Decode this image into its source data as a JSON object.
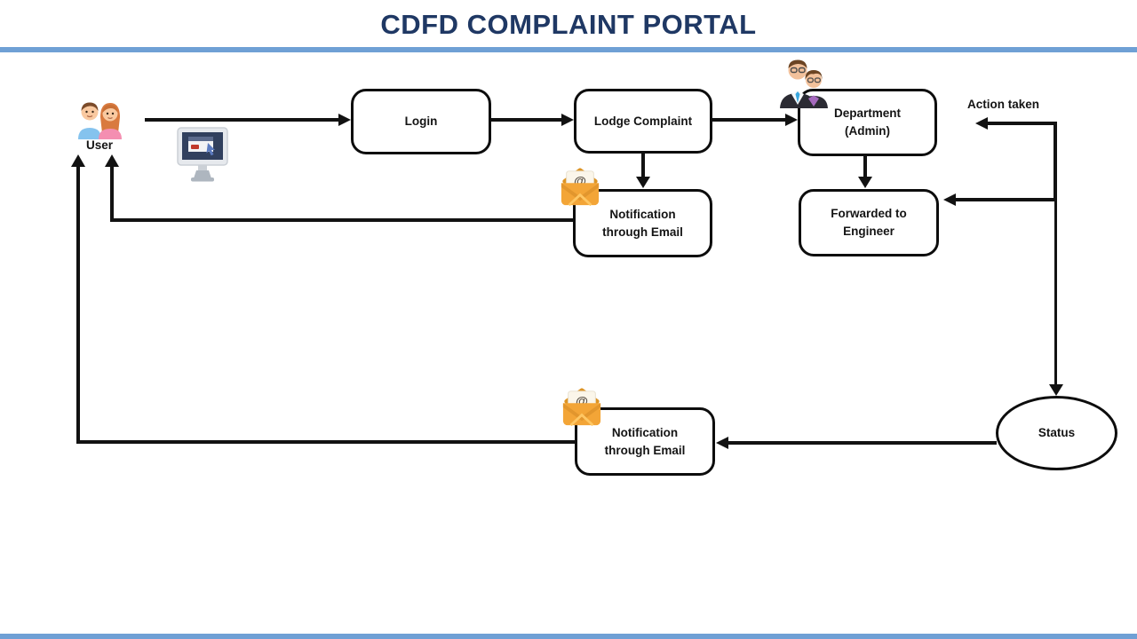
{
  "title": "CDFD COMPLAINT PORTAL",
  "colors": {
    "title_text": "#1F3864",
    "accent_bar": "#6FA0D5",
    "connector": "#121212",
    "node_border": "#0d0d0d",
    "envelope_body": "#F3A537",
    "monitor_screen": "#31405E"
  },
  "nodes": {
    "user": {
      "label": "User"
    },
    "login": {
      "label": "Login"
    },
    "lodge_complaint": {
      "label": "Lodge Complaint"
    },
    "department": {
      "line1": "Department",
      "line2": "(Admin)"
    },
    "notification_email_top": {
      "line1": "Notification",
      "line2": "through Email"
    },
    "forwarded_engineer": {
      "line1": "Forwarded to",
      "line2": "Engineer"
    },
    "notification_email_bottom": {
      "line1": "Notification",
      "line2": "through Email"
    },
    "status": {
      "label": "Status"
    },
    "action_taken": {
      "label": "Action taken"
    }
  },
  "icons": {
    "email_symbol": "@"
  }
}
